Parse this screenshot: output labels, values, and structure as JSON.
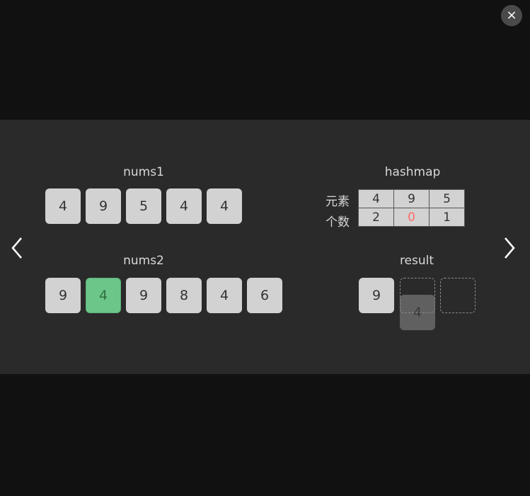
{
  "close_icon": "×",
  "nav": {
    "prev_icon": "chevron-left-icon",
    "next_icon": "chevron-right-icon"
  },
  "nums1": {
    "label": "nums1",
    "values": [
      "4",
      "9",
      "5",
      "4",
      "4"
    ]
  },
  "nums2": {
    "label": "nums2",
    "values": [
      "9",
      "4",
      "9",
      "8",
      "4",
      "6"
    ],
    "active_index": 1
  },
  "hashmap": {
    "label": "hashmap",
    "row_labels": [
      "元素",
      "个数"
    ],
    "keys": [
      "4",
      "9",
      "5"
    ],
    "counts": [
      "2",
      "0",
      "1"
    ]
  },
  "result": {
    "label": "result",
    "values": [
      "9",
      "",
      ""
    ],
    "moving_value": "4"
  },
  "colors": {
    "active": "#6cc68a",
    "zero_count": "#ff6b6b",
    "panel": "#2a2a2a",
    "background": "#111111"
  }
}
